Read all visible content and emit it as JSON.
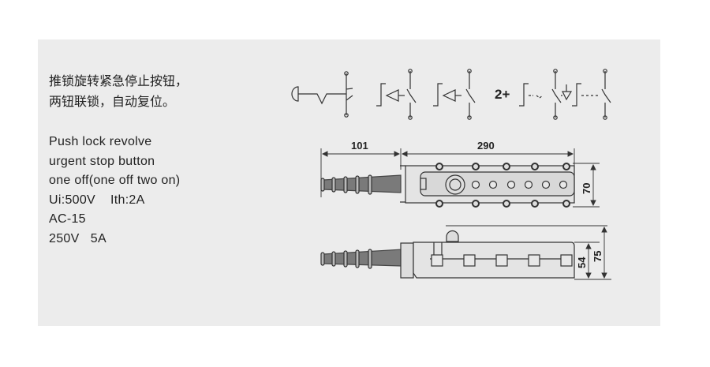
{
  "description_zh": [
    "推锁旋转紧急停止按钮，",
    "两钮联锁，自动复位。"
  ],
  "description_en": [
    "Push lock revolve",
    "urgent stop button",
    "one off(one off two on)",
    "Ui:500V    Ith:2A",
    "AC-15",
    "250V   5A"
  ],
  "symbols": {
    "multiplier": "2+"
  },
  "dimensions": {
    "cable_length": "101",
    "body_length": "290",
    "width": "70",
    "body_height": "54",
    "total_height": "75"
  }
}
